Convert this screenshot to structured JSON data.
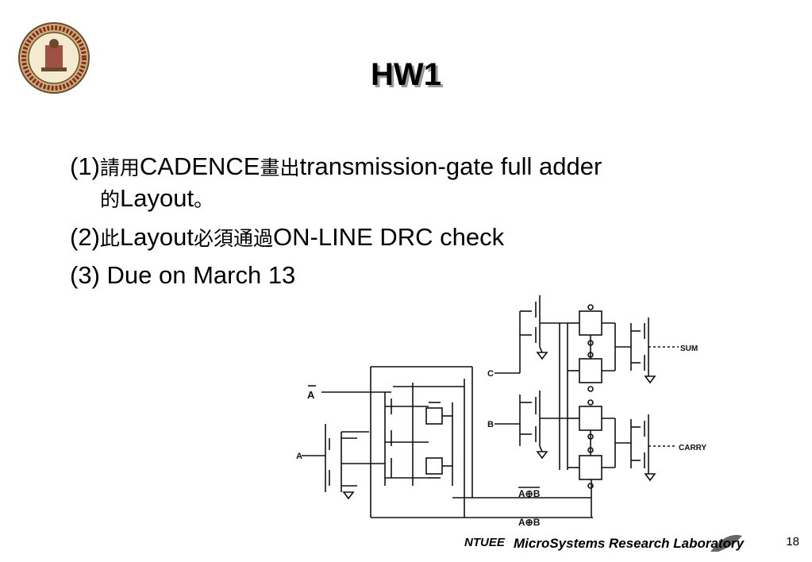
{
  "slide": {
    "title": "HW1",
    "bullets": [
      {
        "num": "(1)",
        "p1": "請用",
        "p2": "CADENCE",
        "p3": "畫出",
        "p4": "transmission-gate full adder",
        "p5": "的",
        "p6": "Layout",
        "p7": "。"
      },
      {
        "num": "(2)",
        "p1": "此",
        "p2": "Layout",
        "p3": "必須通過",
        "p4": "ON-LINE DRC check"
      },
      {
        "num": "(3)",
        "text": " Due on March 13"
      }
    ],
    "page_number": "18"
  },
  "circuit": {
    "labels": {
      "a_bar": "A",
      "a": "A",
      "b": "B",
      "c": "C",
      "sum": "SUM",
      "carry": "CARRY",
      "a_xor_b_bar": "A⊕B",
      "a_xor_b": "A⊕B"
    }
  },
  "footer": {
    "org": "NTUEE",
    "lab": "MicroSystems Research Laboratory"
  }
}
